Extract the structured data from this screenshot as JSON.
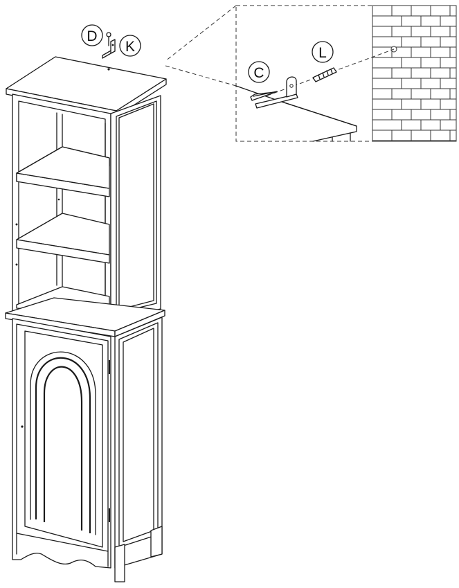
{
  "callouts": {
    "d": "D",
    "k": "K",
    "c": "C",
    "l": "L"
  },
  "icons": {
    "cabinet": "tall-cabinet-icon",
    "wall": "brick-wall-icon",
    "bracket": "l-bracket-icon",
    "screw": "screw-icon",
    "anchor": "wall-anchor-icon"
  },
  "colors": {
    "line": "#1a1a1a",
    "background": "#ffffff"
  }
}
